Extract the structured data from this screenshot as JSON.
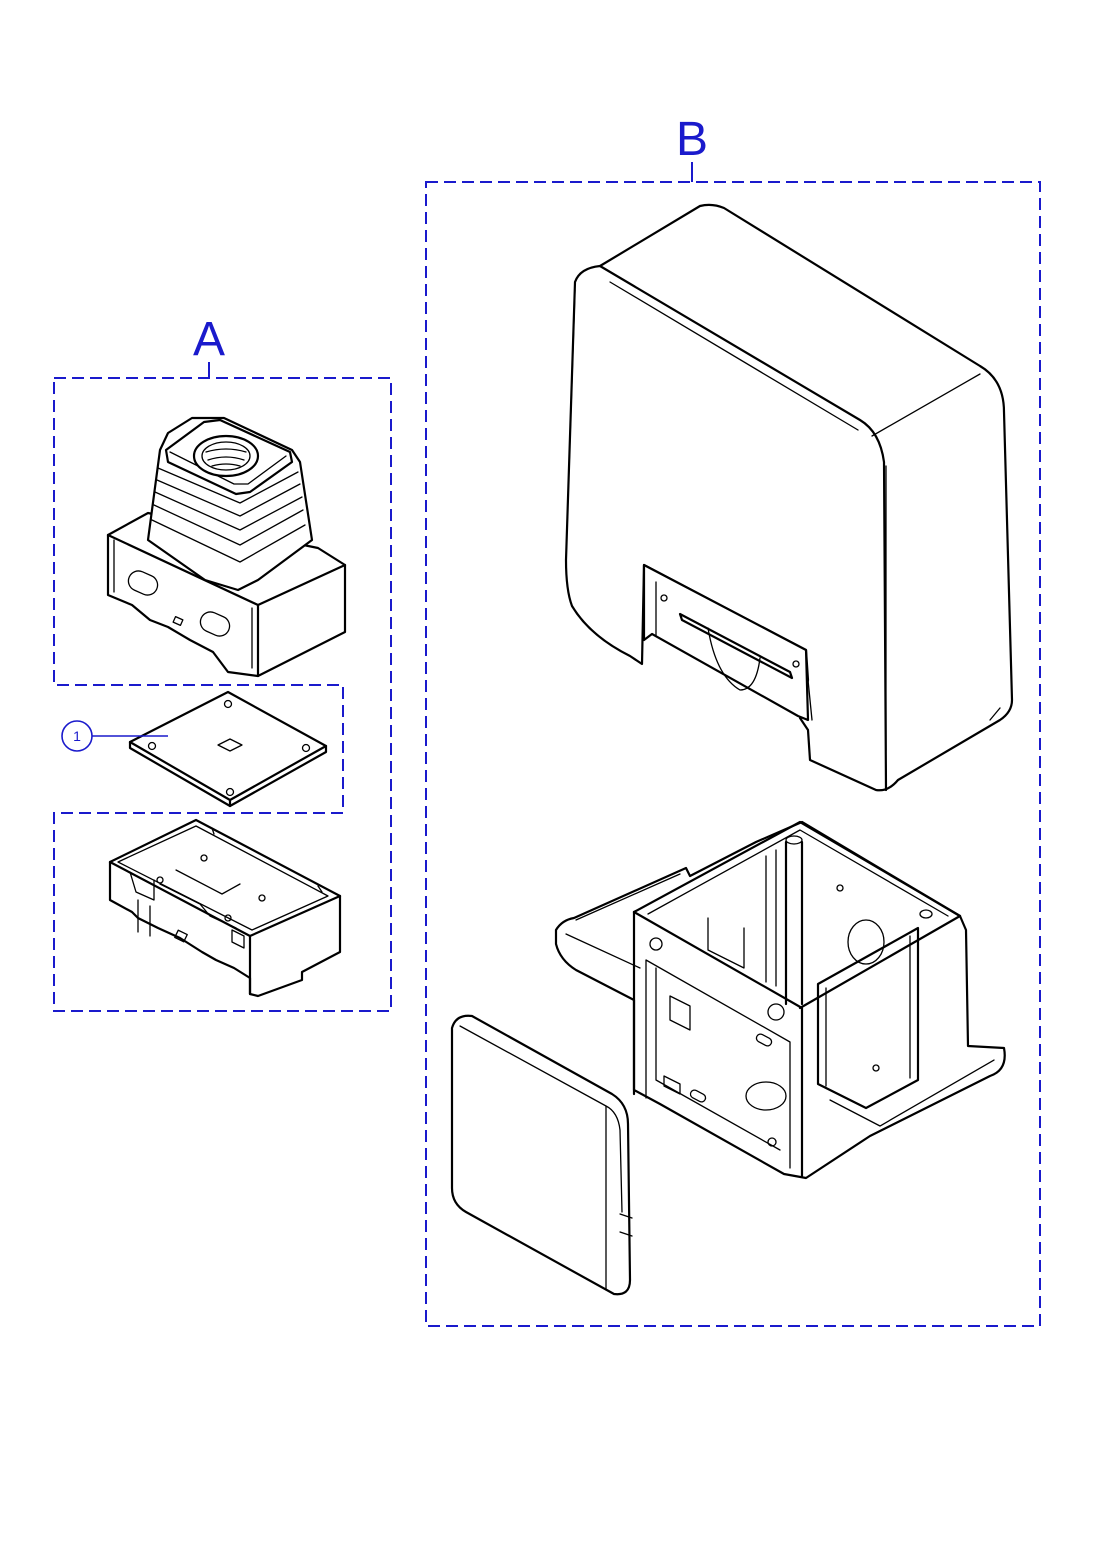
{
  "groups": [
    {
      "label": "A"
    },
    {
      "label": "B"
    }
  ],
  "callouts": [
    {
      "number": "1"
    }
  ],
  "colors": {
    "accent": "#1a1acc",
    "line": "#000000",
    "background": "#ffffff"
  }
}
